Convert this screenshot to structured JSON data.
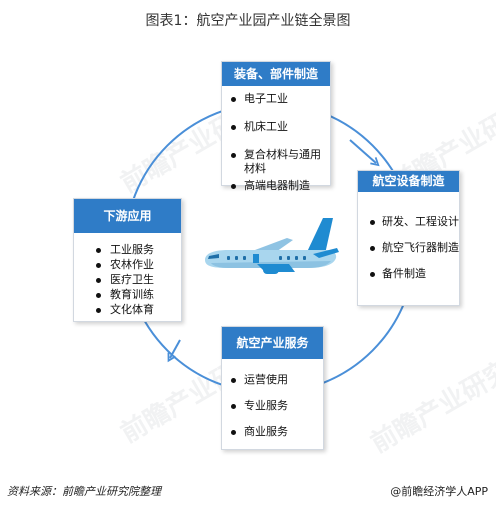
{
  "title": "图表1：航空产业园产业链全景图",
  "equipment": {
    "heading": "装备、部件制造",
    "items": [
      "电子工业",
      "机床工业",
      "复合材料与通用材料",
      "高端电器制造"
    ]
  },
  "aviation_equipment": {
    "heading": "航空设备制造",
    "items": [
      "研发、工程设计",
      "航空飞行器制造",
      "备件制造"
    ]
  },
  "downstream": {
    "heading": "下游应用",
    "items": [
      "工业服务",
      "农林作业",
      "医疗卫生",
      "教育训练",
      "文化体育"
    ]
  },
  "aviation_services": {
    "heading": "航空产业服务",
    "items": [
      "运营使用",
      "专业服务",
      "商业服务"
    ]
  },
  "watermark": "前瞻产业研究院",
  "source": "资料来源：前瞻产业研究院整理",
  "credit": "@前瞻经济学人APP",
  "colors": {
    "header_blue": "#2f7cc7",
    "cycle_blue": "#4a8fd8",
    "plane_body": "#a9d6ee",
    "plane_tail": "#1f8bd1"
  }
}
